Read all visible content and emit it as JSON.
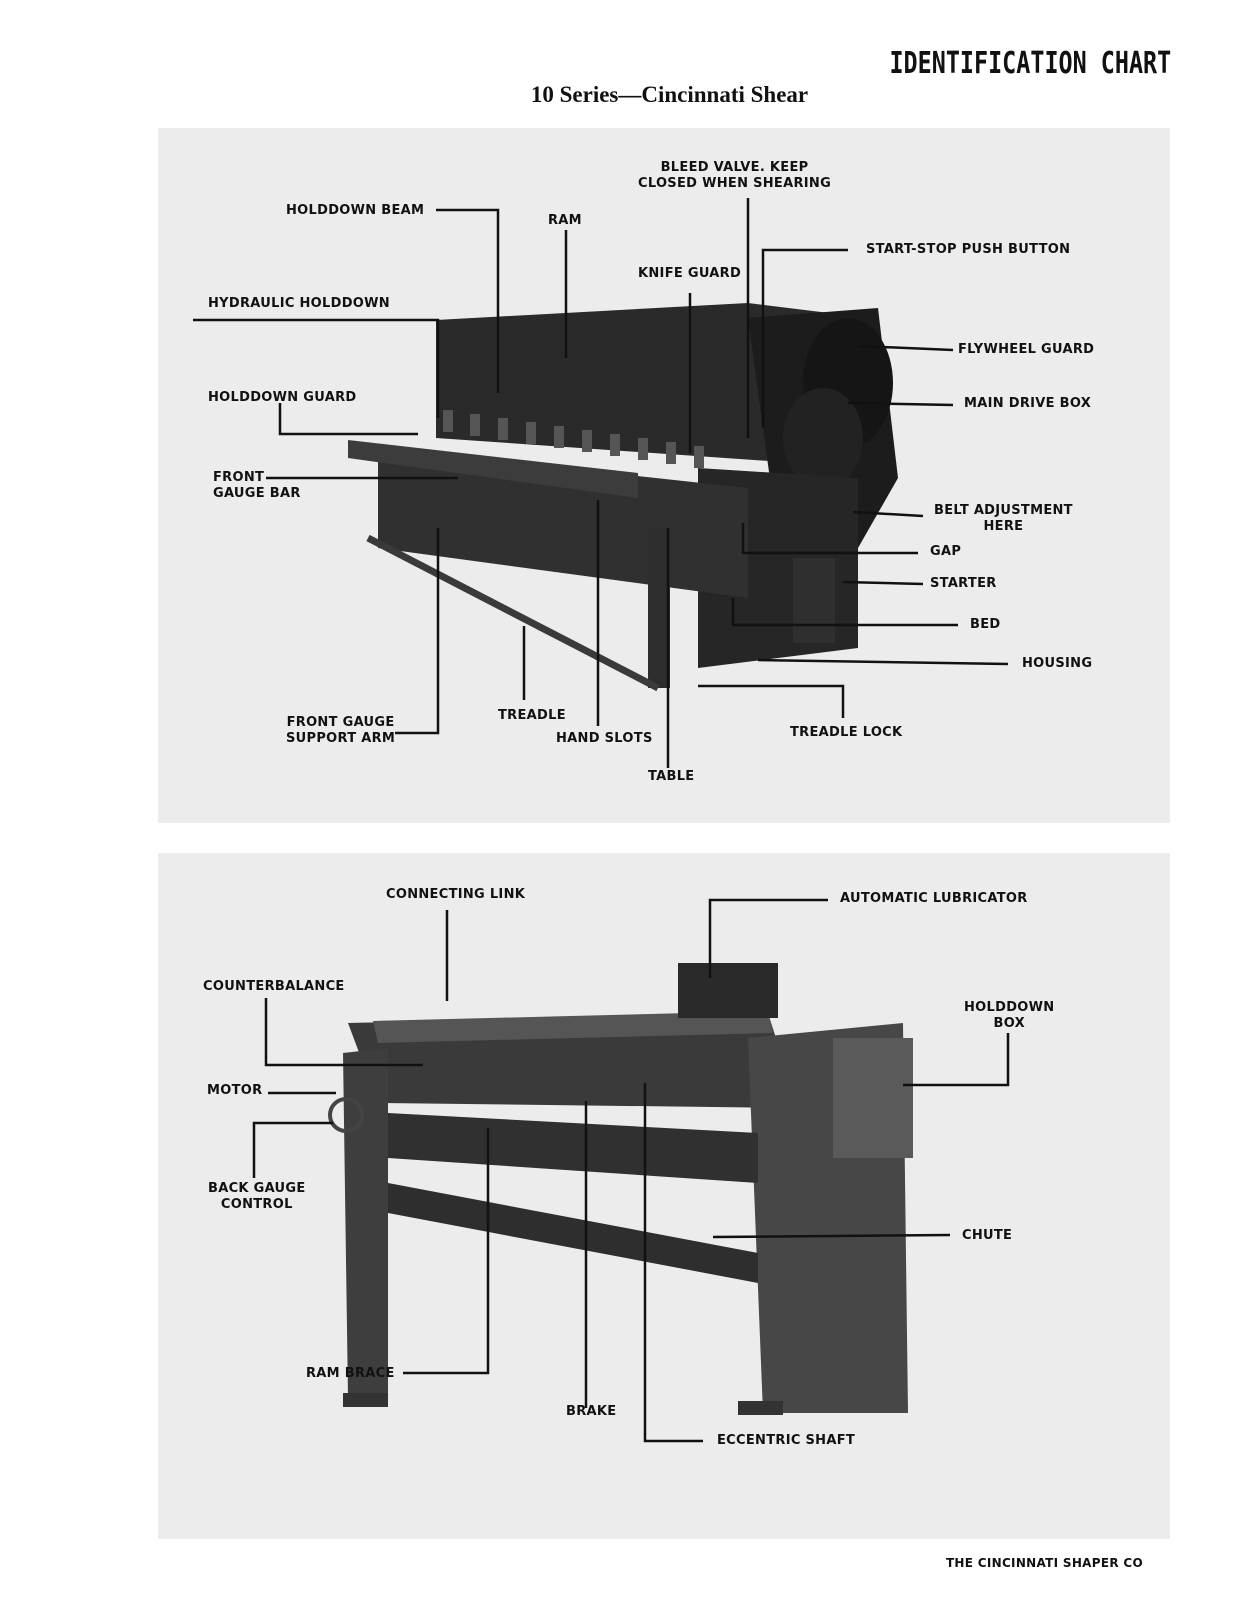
{
  "header": {
    "title": "IDENTIFICATION CHART",
    "subtitle": "10 Series—Cincinnati Shear"
  },
  "front_view": {
    "labels": {
      "bleed_valve": "BLEED VALVE.  KEEP\nCLOSED WHEN SHEARING",
      "holddown_beam": "HOLDDOWN BEAM",
      "ram": "RAM",
      "start_stop": "START-STOP PUSH BUTTON",
      "knife_guard": "KNIFE GUARD",
      "hydraulic_holddown": "HYDRAULIC HOLDDOWN",
      "flywheel_guard": "FLYWHEEL GUARD",
      "main_drive_box": "MAIN DRIVE BOX",
      "holddown_guard": "HOLDDOWN GUARD",
      "front_gauge_bar": "FRONT\nGAUGE BAR",
      "belt_adjustment": "BELT ADJUSTMENT\nHERE",
      "gap": "GAP",
      "starter": "STARTER",
      "bed": "BED",
      "housing": "HOUSING",
      "front_gauge_support": "FRONT GAUGE\nSUPPORT ARM",
      "treadle": "TREADLE",
      "hand_slots": "HAND SLOTS",
      "treadle_lock": "TREADLE LOCK",
      "table": "TABLE"
    }
  },
  "rear_view": {
    "labels": {
      "connecting_link": "CONNECTING LINK",
      "automatic_lubricator": "AUTOMATIC LUBRICATOR",
      "counterbalance": "COUNTERBALANCE",
      "holddown_box": "HOLDDOWN\nBOX",
      "motor": "MOTOR",
      "back_gauge_control": "BACK GAUGE\nCONTROL",
      "chute": "CHUTE",
      "ram_brace": "RAM BRACE",
      "brake": "BRAKE",
      "eccentric_shaft": "ECCENTRIC SHAFT"
    }
  },
  "footer": {
    "text": "THE CINCINNATI SHAPER CO"
  }
}
